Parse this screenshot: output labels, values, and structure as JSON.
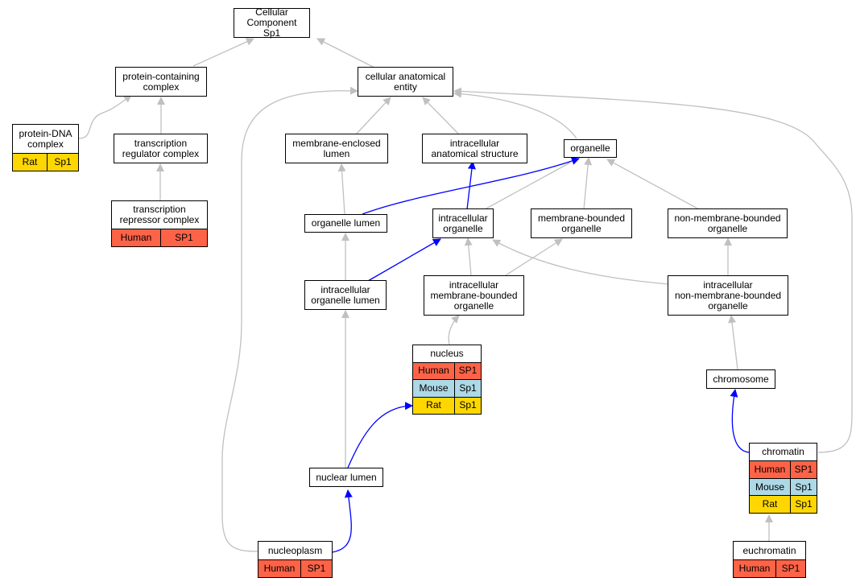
{
  "colors": {
    "human": "#ff6347",
    "mouse": "#add8e6",
    "rat": "#ffd700",
    "edge_gray": "#c0c0c0",
    "edge_blue": "#0000ff"
  },
  "nodes": {
    "cc_root": "Cellular Component\nSp1",
    "protein_containing_complex": "protein-containing\ncomplex",
    "cellular_anatomical_entity": "cellular anatomical\nentity",
    "protein_dna_complex": "protein-DNA\ncomplex",
    "transcription_regulator_complex": "transcription\nregulator complex",
    "transcription_repressor_complex": "transcription\nrepressor complex",
    "membrane_enclosed_lumen": "membrane-enclosed\nlumen",
    "intracellular_anatomical_structure": "intracellular\nanatomical structure",
    "organelle": "organelle",
    "organelle_lumen": "organelle lumen",
    "intracellular_organelle": "intracellular\norganelle",
    "membrane_bounded_organelle": "membrane-bounded\norganelle",
    "non_membrane_bounded_organelle": "non-membrane-bounded\norganelle",
    "intracellular_organelle_lumen": "intracellular\norganelle lumen",
    "intracellular_membrane_bounded_organelle": "intracellular\nmembrane-bounded\norganelle",
    "intracellular_non_membrane_bounded_organelle": "intracellular\nnon-membrane-bounded\norganelle",
    "nucleus": "nucleus",
    "chromosome": "chromosome",
    "nuclear_lumen": "nuclear lumen",
    "chromatin": "chromatin",
    "nucleoplasm": "nucleoplasm",
    "euchromatin": "euchromatin"
  },
  "annotations": {
    "protein_dna_complex": [
      [
        "Rat",
        "Sp1"
      ]
    ],
    "transcription_repressor_complex": [
      [
        "Human",
        "SP1"
      ]
    ],
    "nucleus": [
      [
        "Human",
        "SP1"
      ],
      [
        "Mouse",
        "Sp1"
      ],
      [
        "Rat",
        "Sp1"
      ]
    ],
    "chromatin": [
      [
        "Human",
        "SP1"
      ],
      [
        "Mouse",
        "Sp1"
      ],
      [
        "Rat",
        "Sp1"
      ]
    ],
    "nucleoplasm": [
      [
        "Human",
        "SP1"
      ]
    ],
    "euchromatin": [
      [
        "Human",
        "SP1"
      ]
    ]
  }
}
